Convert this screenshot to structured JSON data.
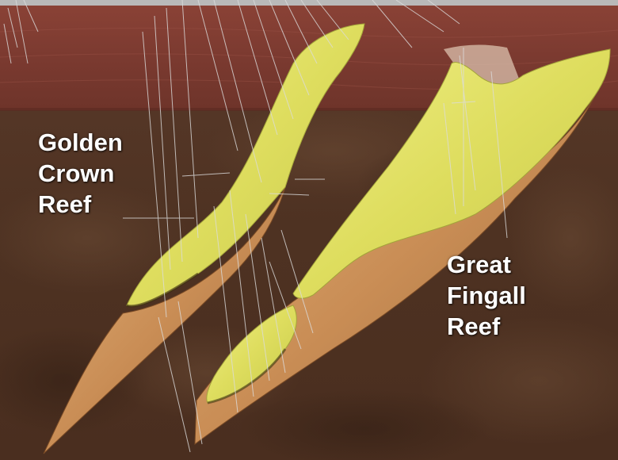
{
  "labels": {
    "golden_crown": [
      "Golden",
      "Crown",
      "Reef"
    ],
    "great_fingall": [
      "Great",
      "Fingall",
      "Reef"
    ]
  },
  "colors": {
    "surface_band": "#7b3a30",
    "underground": "#553828",
    "orebody_top": "#e3e46a",
    "orebody_side": "#c9905a",
    "drill_holes": "#dcdcdc",
    "label_text": "#ffffff"
  }
}
